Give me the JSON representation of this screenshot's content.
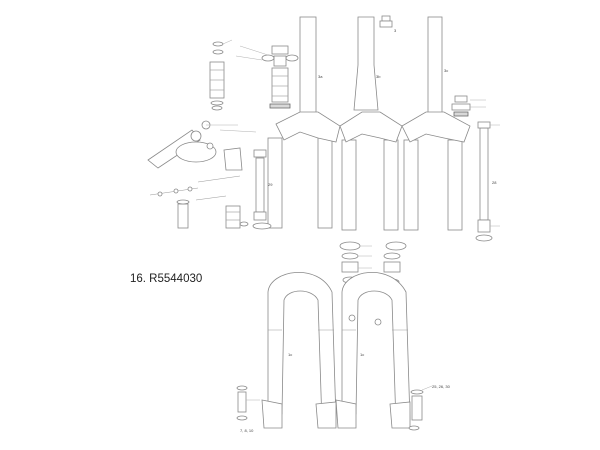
{
  "caption": "16. R5544030",
  "upper_labels": {
    "stanchion_a": "3a",
    "stanchion_b": "3b",
    "stanchion_c": "3c",
    "top_cap": "3",
    "side_a": "29",
    "side_b": "28"
  },
  "lower_labels": {
    "left": "1c",
    "right": "1c",
    "bottom_ref": "25, 26, 30",
    "bottom_left_ref": "7, 8, 10"
  }
}
